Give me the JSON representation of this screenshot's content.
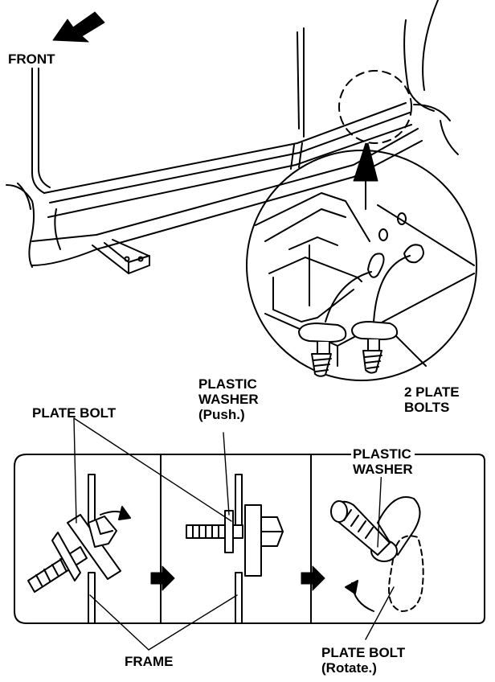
{
  "labels": {
    "front": "FRONT",
    "two_plate_bolts": [
      "2 PLATE",
      "BOLTS"
    ],
    "plate_bolt_top": "PLATE BOLT",
    "plastic_washer_push": [
      "PLASTIC",
      "WASHER",
      "(Push.)"
    ],
    "plastic_washer_right": [
      "PLASTIC",
      "WASHER"
    ],
    "frame": "FRAME",
    "plate_bolt_rotate": [
      "PLATE BOLT",
      "(Rotate.)"
    ]
  },
  "colors": {
    "line": "#000000",
    "background": "#ffffff",
    "fill_light": "#ffffff"
  },
  "icons": {
    "front_direction": "arrow-icon",
    "step_arrow": "right-arrow-icon"
  }
}
